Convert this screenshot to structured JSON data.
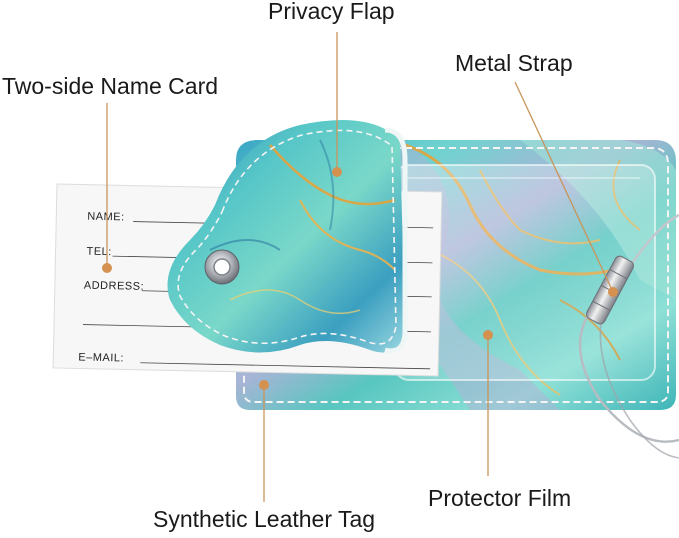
{
  "callouts": {
    "privacy_flap": "Privacy Flap",
    "two_side_name_card": "Two-side Name Card",
    "metal_strap": "Metal Strap",
    "protector_film": "Protector Film",
    "synthetic_leather_tag": "Synthetic Leather Tag"
  },
  "name_card": {
    "name": "NAME:",
    "tel": "TEL:",
    "address": "ADDRESS:",
    "email": "E–MAIL:"
  },
  "colors": {
    "callout_line": "#c8955a",
    "callout_dot": "#d49150",
    "marble_teal": "#4ec9c9",
    "marble_blue": "#2f86b0",
    "gold_vein": "#e4a23a",
    "stitch": "#f4f4f4"
  },
  "icons": [
    "grommet-icon",
    "lock-cylinder-icon"
  ]
}
